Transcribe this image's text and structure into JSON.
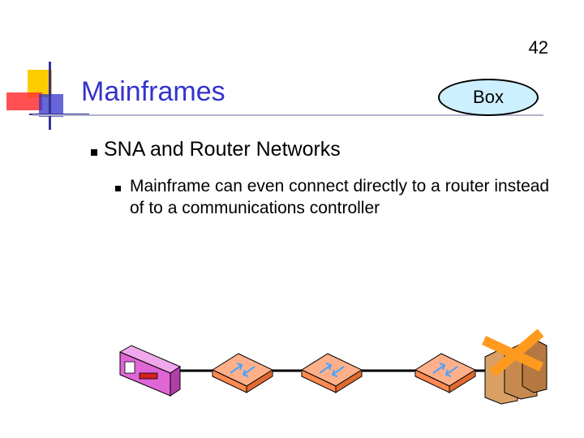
{
  "slide": {
    "number": "42",
    "title": "Mainframes",
    "badge": "Box"
  },
  "bullets": [
    {
      "text": "SNA and Router Networks",
      "children": [
        {
          "text": "Mainframe can even connect directly to a router instead of to a communications controller"
        }
      ]
    }
  ],
  "diagram": {
    "nodes": [
      {
        "icon": "mainframe-icon"
      },
      {
        "icon": "router-icon"
      },
      {
        "icon": "router-icon"
      },
      {
        "icon": "router-icon"
      },
      {
        "icon": "server-cluster-icon"
      }
    ],
    "colors": {
      "router": "#ff8a50",
      "mainframe": "#e066d6",
      "server": "#d9a066",
      "accent": "#ff9a1f"
    }
  }
}
